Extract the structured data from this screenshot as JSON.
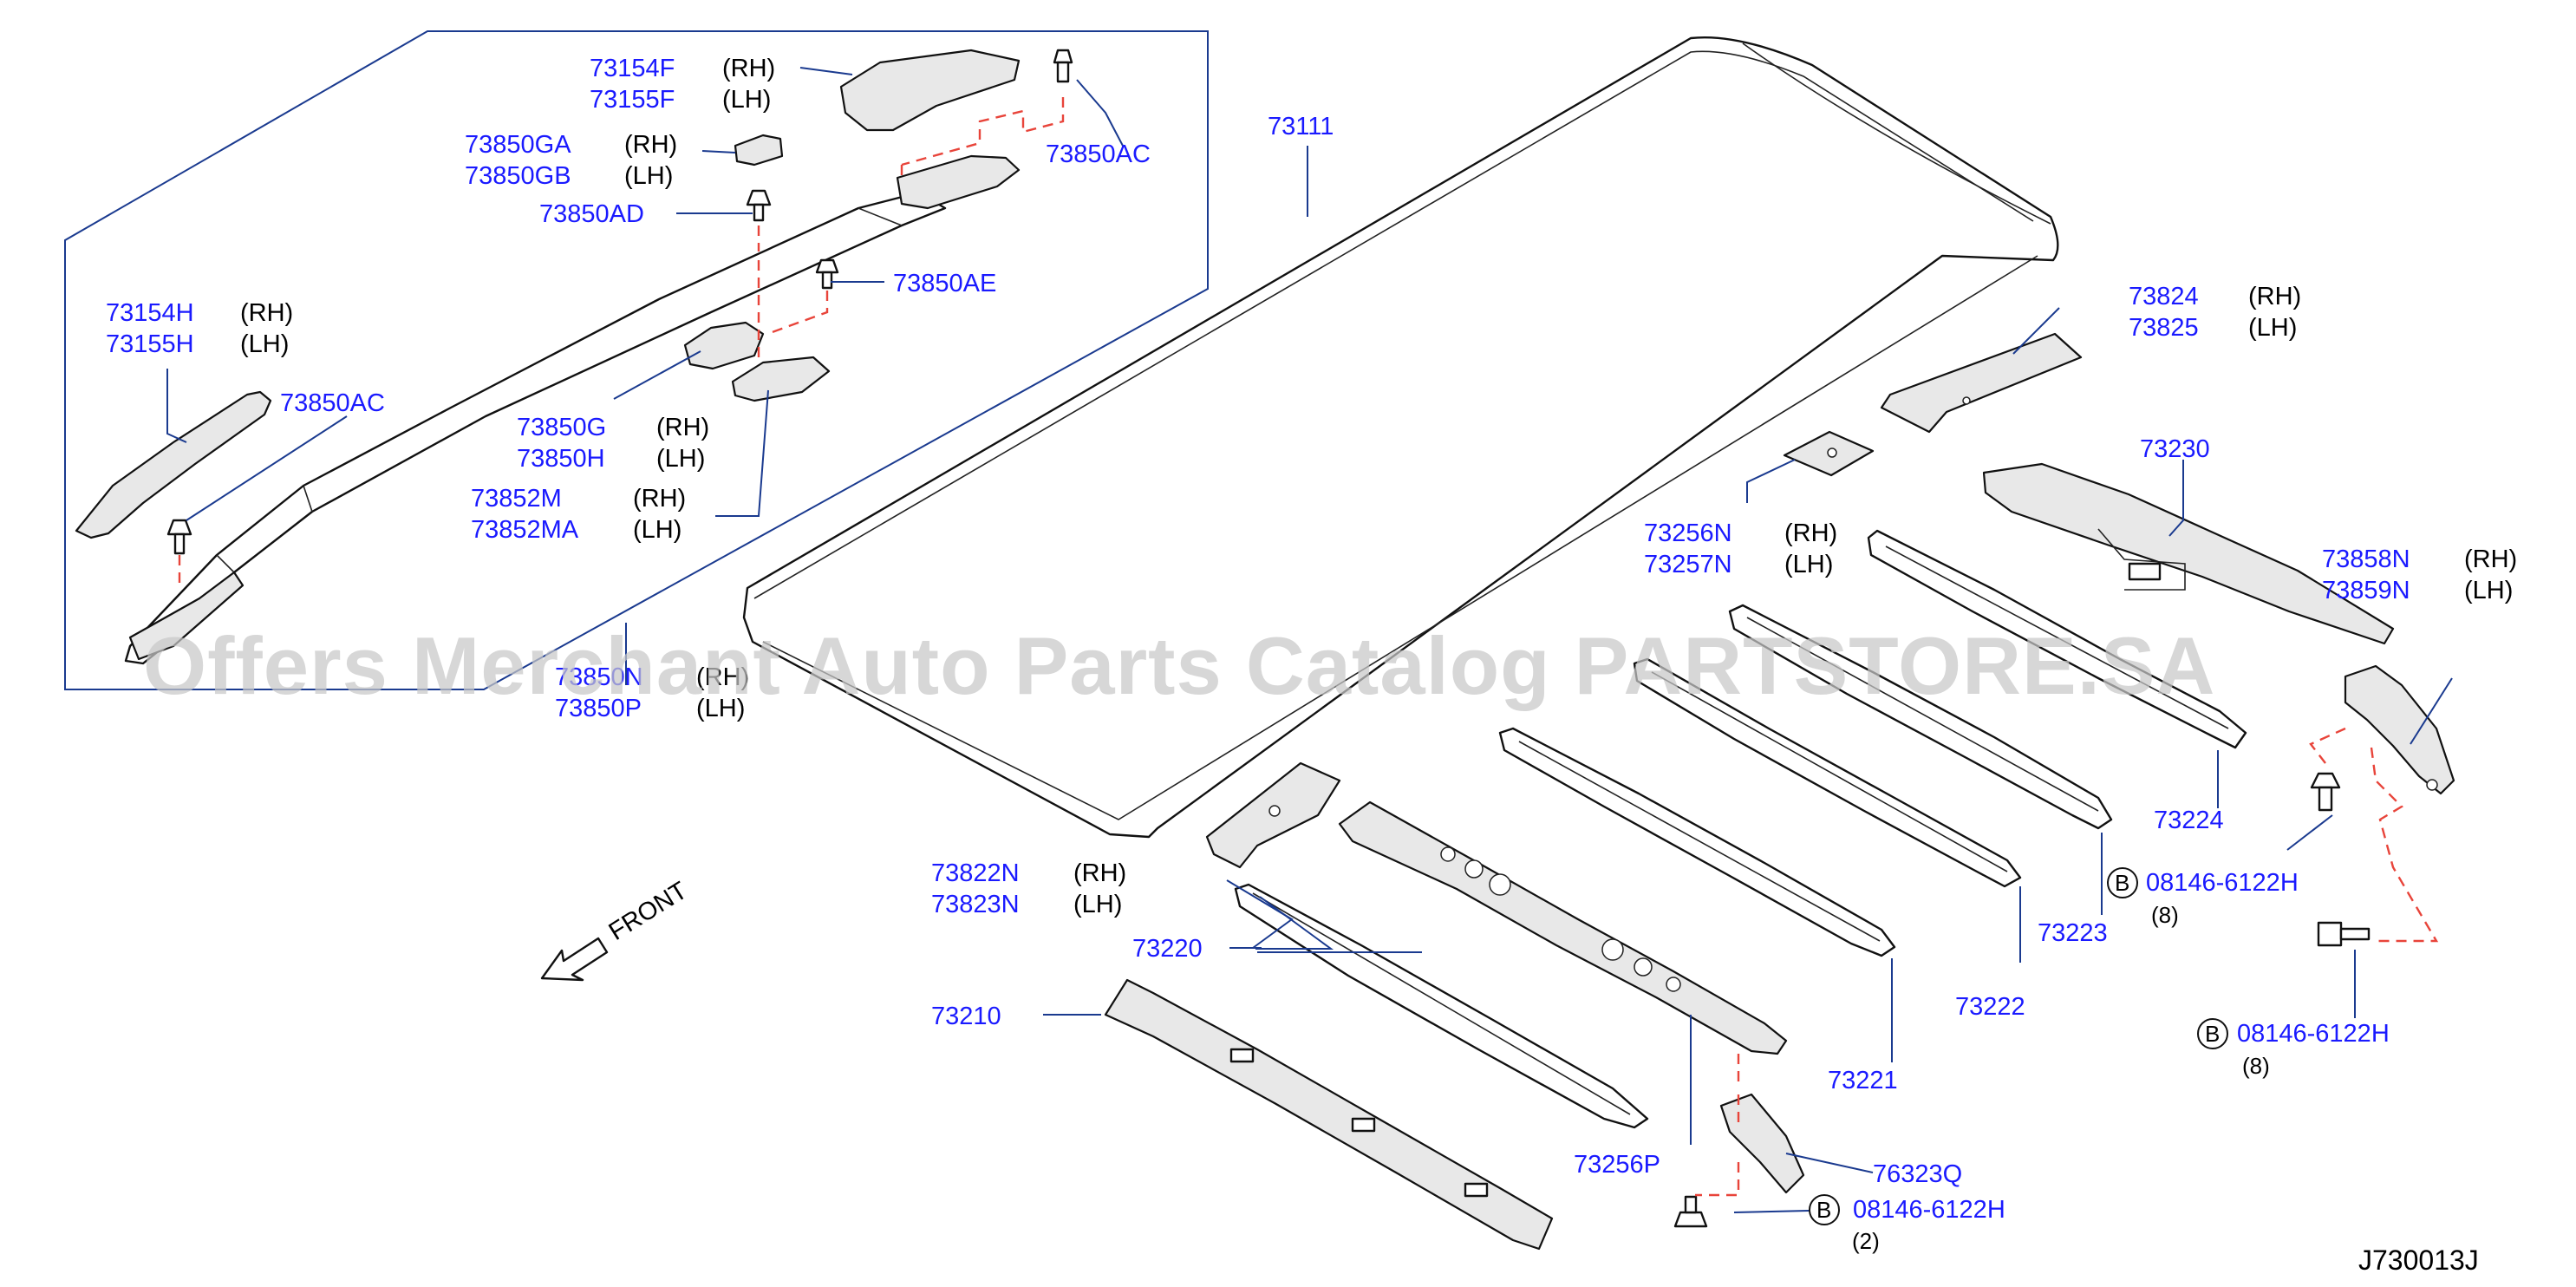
{
  "watermark": "Offers Merchant Auto Parts Catalog PARTSTORE.SA",
  "diagram_ref": "J730013J",
  "front_label": "FRONT",
  "callouts": {
    "p73154F": "73154F",
    "p73155F": "73155F",
    "p73850GA": "73850GA",
    "p73850GB": "73850GB",
    "p73850AD": "73850AD",
    "p73850AC_top": "73850AC",
    "p73850AE": "73850AE",
    "p73154H": "73154H",
    "p73155H": "73155H",
    "p73850AC_left": "73850AC",
    "p73850G": "73850G",
    "p73850H": "73850H",
    "p73852M": "73852M",
    "p73852MA": "73852MA",
    "p73850N": "73850N",
    "p73850P": "73850P",
    "p73111": "73111",
    "p73824": "73824",
    "p73825": "73825",
    "p73230": "73230",
    "p73256N": "73256N",
    "p73257N": "73257N",
    "p73858N": "73858N",
    "p73859N": "73859N",
    "p73224": "73224",
    "p73223": "73223",
    "p73222": "73222",
    "p73221": "73221",
    "p73220": "73220",
    "p73210": "73210",
    "p73822N": "73822N",
    "p73823N": "73823N",
    "p73256P": "73256P",
    "p76323Q": "76323Q",
    "bolt1": "08146-6122H",
    "bolt2": "08146-6122H",
    "bolt3": "08146-6122H"
  },
  "sides": {
    "rh": "(RH)",
    "lh": "(LH)"
  },
  "badge": "B",
  "quantities": {
    "bolt1": "(8)",
    "bolt2": "(8)",
    "bolt3": "(2)"
  }
}
